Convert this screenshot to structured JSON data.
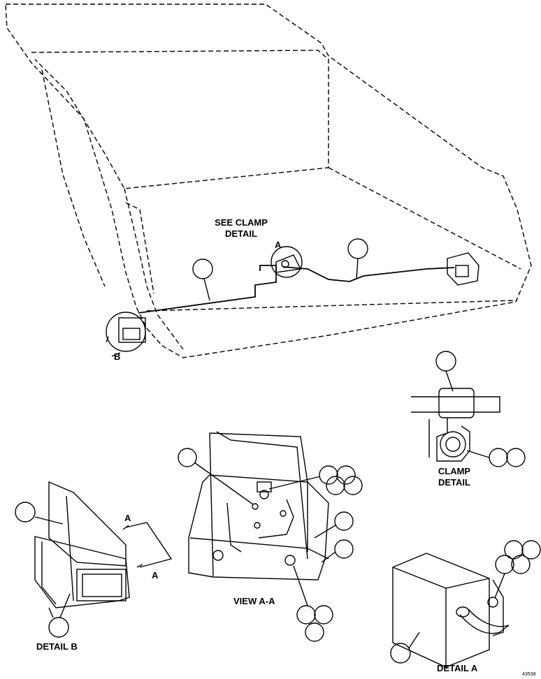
{
  "labels": {
    "see_clamp_detail_line1": "SEE CLAMP",
    "see_clamp_detail_line2": "DETAIL",
    "clamp_detail_line1": "CLAMP",
    "clamp_detail_line2": "DETAIL",
    "view_aa": "VIEW A-A",
    "detail_a": "DETAIL A",
    "detail_b": "DETAIL B",
    "marker_a_top": "A",
    "marker_b": "B",
    "arrow_a_upper": "A",
    "arrow_a_lower": "A",
    "figure_number": "43538"
  },
  "colors": {
    "line": "#000000",
    "background": "#ffffff"
  }
}
